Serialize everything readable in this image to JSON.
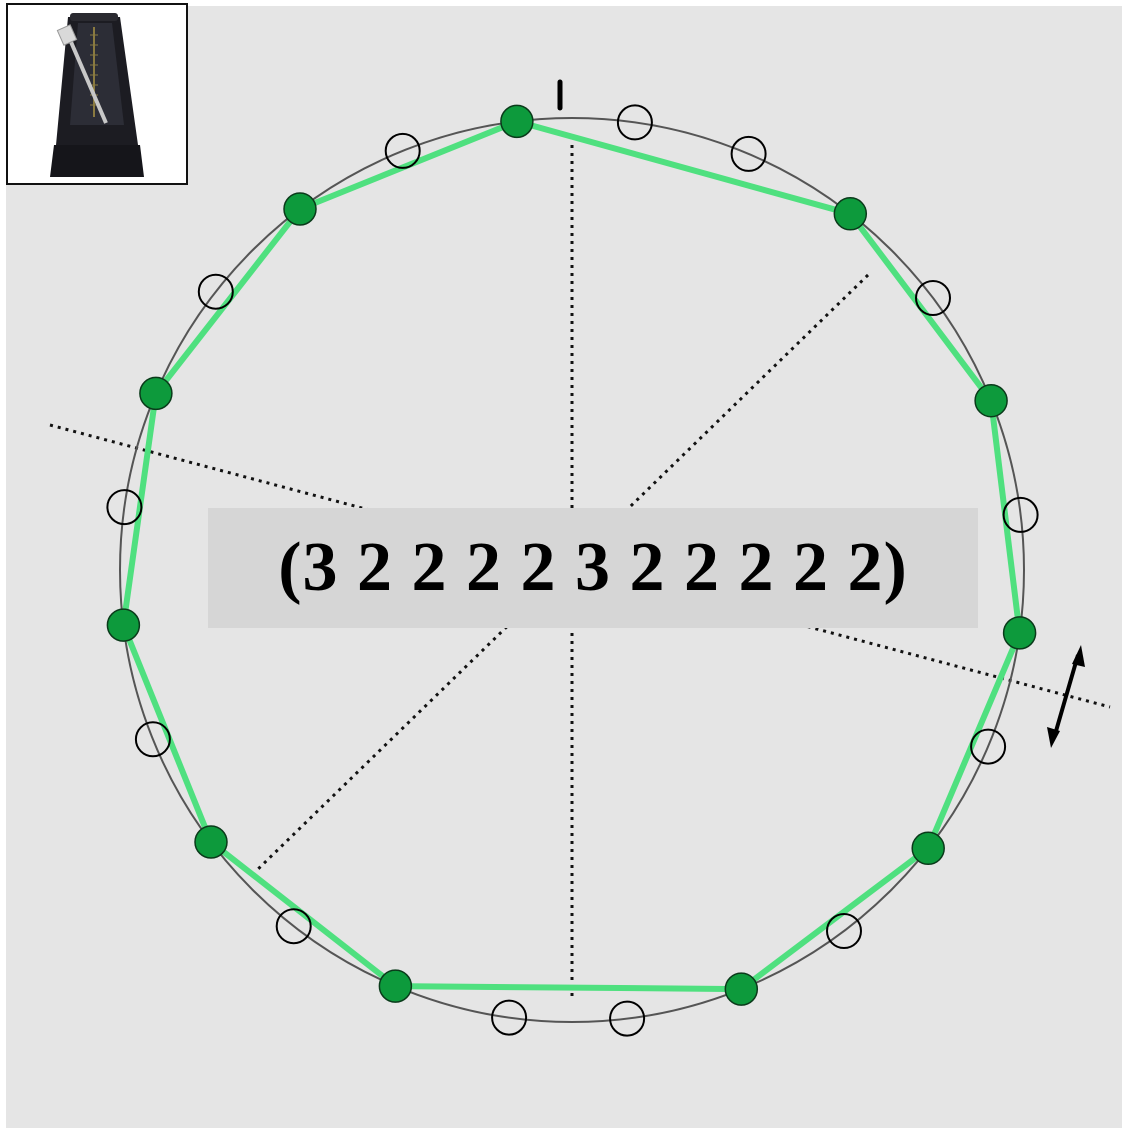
{
  "diagram": {
    "rhythm_label": "(3 2 2 2 2 3 2 2 2 2 2)",
    "pulses_total": 24,
    "onset_positions": [
      0,
      3,
      5,
      7,
      9,
      11,
      14,
      16,
      18,
      20,
      22
    ],
    "rotation_offset_deg": 7,
    "colors": {
      "onset_fill": "#0d9a3c",
      "polygon_stroke": "#4fe07f",
      "circle_stroke": "#555555",
      "background": "#e5e5e5",
      "label_box": "#d6d6d6"
    },
    "icons": [
      "metronome-icon",
      "double-arrow-icon"
    ]
  }
}
